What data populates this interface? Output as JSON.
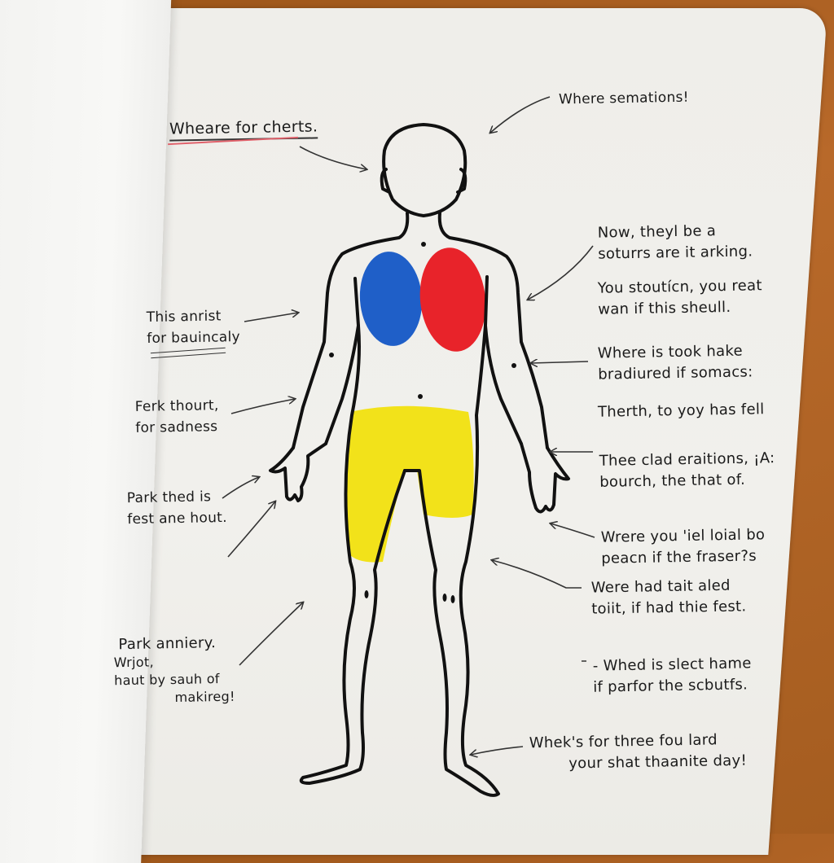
{
  "scene": {
    "description": "Open notebook on a wooden table with a hand-drawn body map diagram",
    "colors": {
      "table": "#a55d20",
      "paper": "#efeeea",
      "ink": "#111111",
      "chest_left": "#1f5fc8",
      "chest_right": "#e8232a",
      "hips": "#f2e21a",
      "underline_red": "#e0606a"
    }
  },
  "figure": {
    "shaded_regions": [
      {
        "region": "left-chest",
        "color": "blue"
      },
      {
        "region": "right-chest",
        "color": "red"
      },
      {
        "region": "hips-thighs",
        "color": "yellow"
      }
    ]
  },
  "annotations": {
    "title": "Wheare for cherts.",
    "top_right": "Where semations!",
    "right_1": [
      "Now, theyl be a",
      "soturrs are it arking."
    ],
    "right_2": [
      "You stoutícn, you reat",
      "wan if this sheull."
    ],
    "right_3": [
      "Where is took hake",
      "bradiured if somacs:"
    ],
    "right_4": [
      "Therth, to yoy has fell"
    ],
    "right_5": [
      "Thee clad eraitions, ¡A:",
      "bourch, the that of."
    ],
    "right_6": [
      "Wrere you 'iel loial bo",
      "peacn if the fraser?s"
    ],
    "right_7": [
      "Were had tait aled",
      "toiit, if had thie fest."
    ],
    "right_8": [
      "- Whed is slect hame",
      "if parfor the scbutfs."
    ],
    "right_9": [
      "Whek's for three fou lard",
      "your shat thaanite day!"
    ],
    "left_1": [
      "This anrist",
      "for bauincaly"
    ],
    "left_2": [
      "Ferk thourt,",
      "for sadness"
    ],
    "left_3": [
      "Park thed is",
      "fest ane hout."
    ],
    "left_4": [
      "Park anniery.",
      "Wrjot,",
      "haut by sauh of",
      "makireg!"
    ]
  }
}
